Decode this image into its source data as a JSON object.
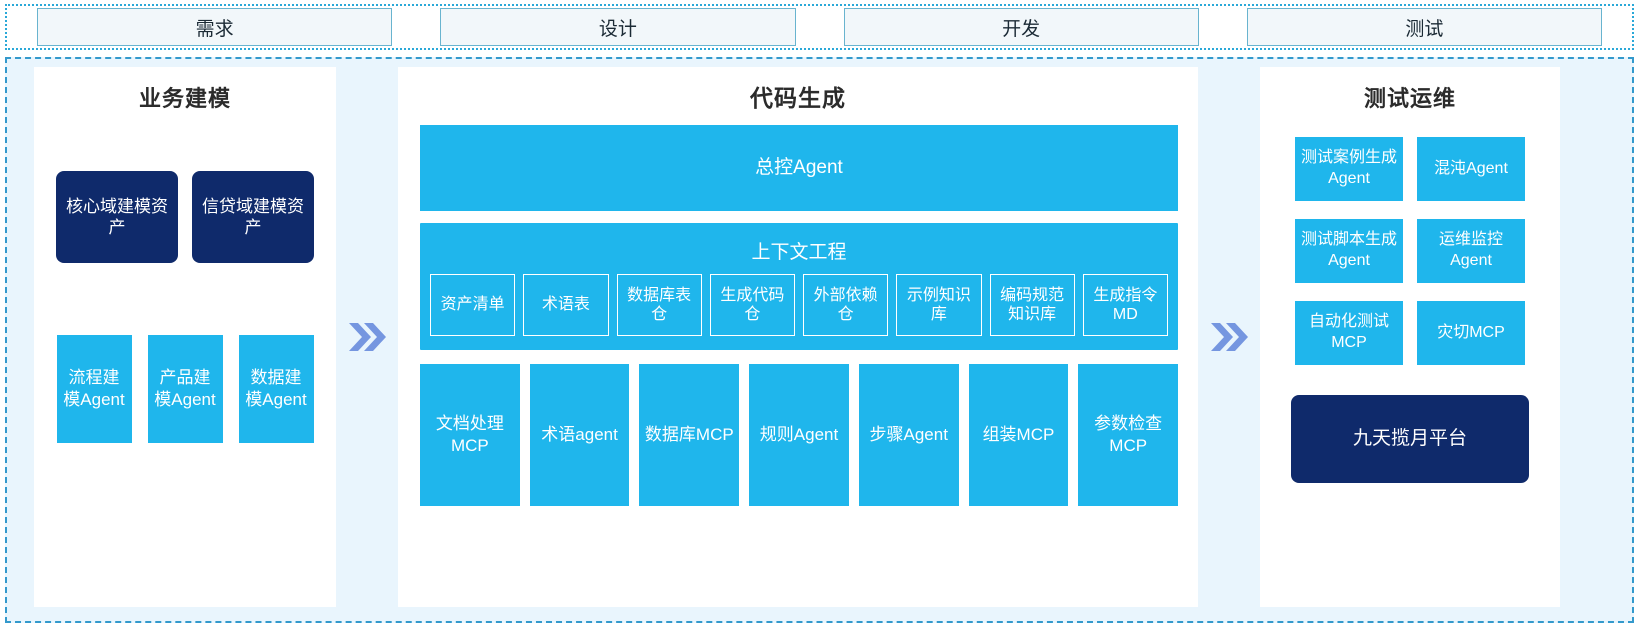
{
  "phases": [
    {
      "label": "需求"
    },
    {
      "label": "设计"
    },
    {
      "label": "开发"
    },
    {
      "label": "测试"
    }
  ],
  "colors": {
    "blue": "#1fb6ec",
    "navy": "#0f2a6b",
    "panel_bg": "#e9f5fd",
    "border": "#3399cc",
    "arrow": "#7596e0"
  },
  "left_panel": {
    "title": "业务建模",
    "assets": [
      {
        "label": "核心域建模资产"
      },
      {
        "label": "信贷域建模资产"
      }
    ],
    "agents": [
      {
        "label": "流程建模Agent"
      },
      {
        "label": "产品建模Agent"
      },
      {
        "label": "数据建模Agent"
      }
    ]
  },
  "arrow_left": {
    "icon": "double-chevron-right-icon"
  },
  "center_panel": {
    "title": "代码生成",
    "master_agent": "总控Agent",
    "context": {
      "title": "上下文工程",
      "items": [
        {
          "label": "资产清单"
        },
        {
          "label": "术语表"
        },
        {
          "label": "数据库表仓"
        },
        {
          "label": "生成代码仓"
        },
        {
          "label": "外部依赖仓"
        },
        {
          "label": "示例知识库"
        },
        {
          "label": "编码规范知识库"
        },
        {
          "label": "生成指令MD"
        }
      ]
    },
    "tools": [
      {
        "label": "文档处理MCP"
      },
      {
        "label": "术语agent"
      },
      {
        "label": "数据库MCP"
      },
      {
        "label": "规则Agent"
      },
      {
        "label": "步骤Agent"
      },
      {
        "label": "组装MCP"
      },
      {
        "label": "参数检查MCP"
      }
    ]
  },
  "arrow_right": {
    "icon": "double-chevron-right-icon"
  },
  "right_panel": {
    "title": "测试运维",
    "items": [
      {
        "label": "测试案例生成Agent"
      },
      {
        "label": "混沌Agent"
      },
      {
        "label": "测试脚本生成Agent"
      },
      {
        "label": "运维监控Agent"
      },
      {
        "label": "自动化测试MCP"
      },
      {
        "label": "灾切MCP"
      }
    ],
    "platform": "九天揽月平台"
  }
}
